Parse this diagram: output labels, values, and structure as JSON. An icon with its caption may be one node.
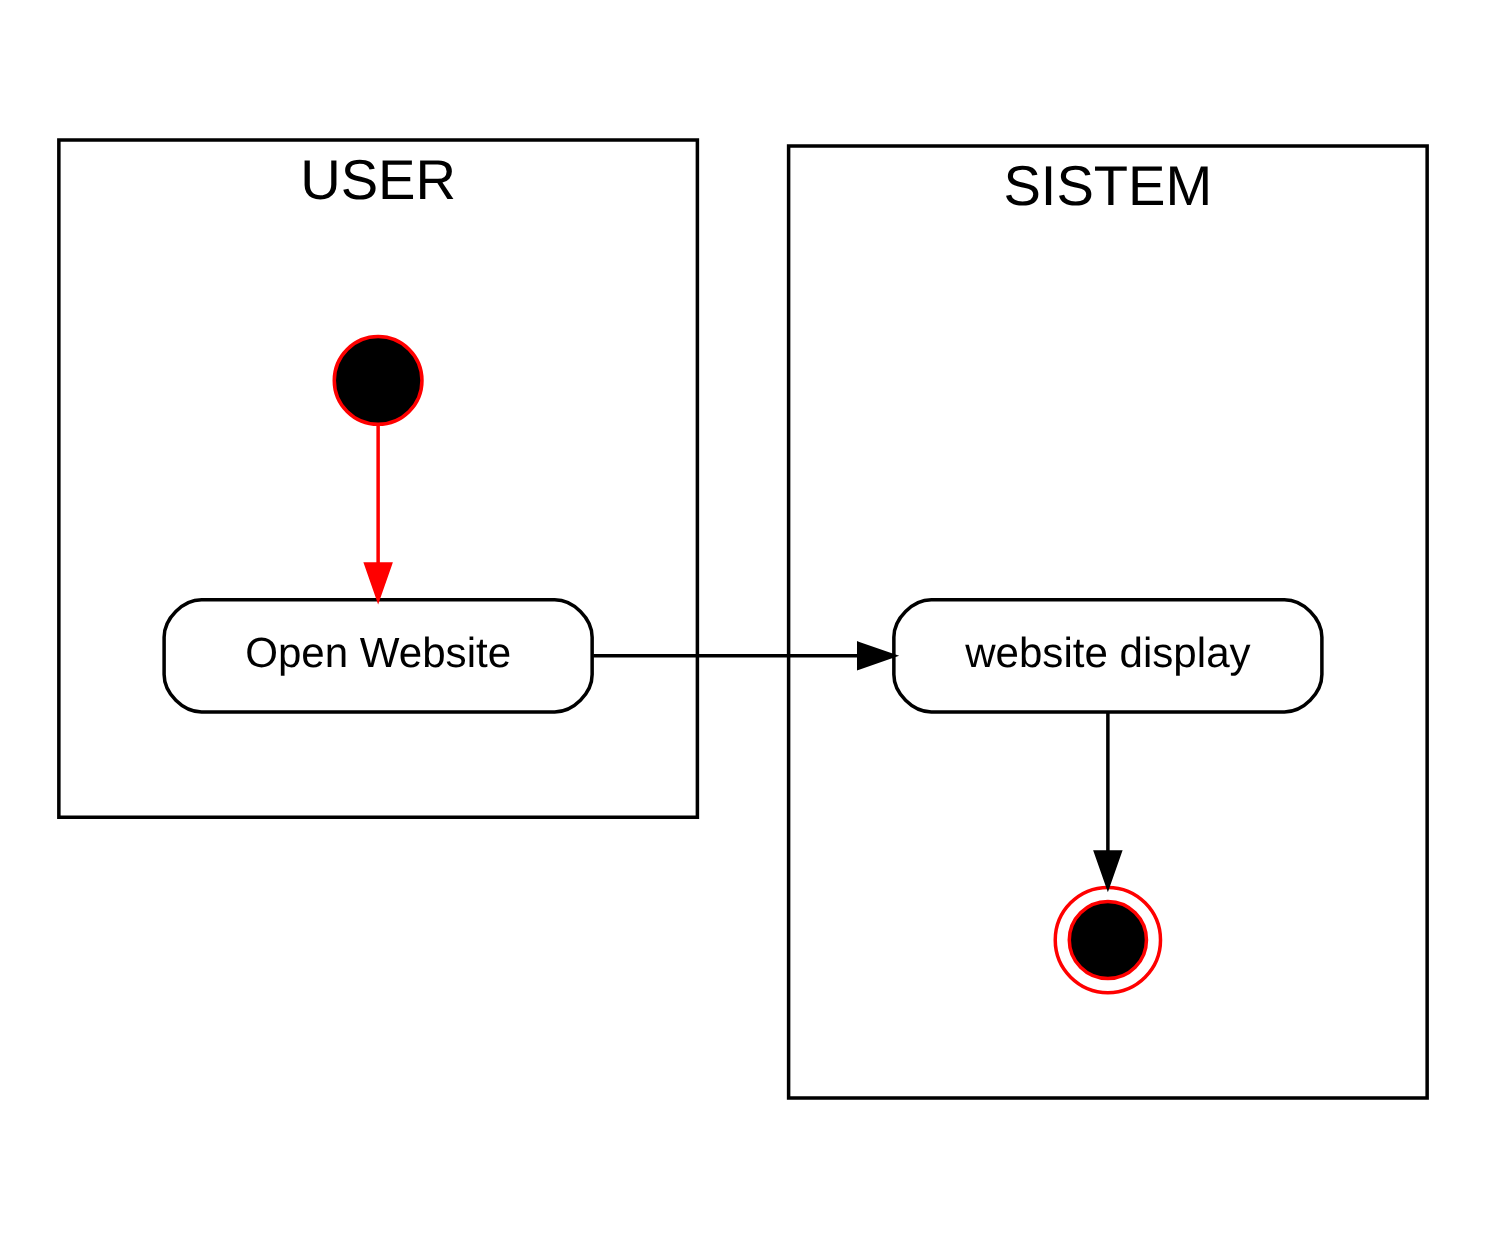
{
  "diagram": {
    "nodes": [
      {
        "text": [
          "USER"
        ]
      },
      {
        "text": [
          "SISTEM"
        ]
      },
      {
        "text": [],
        "shape": "circle",
        "in": 0
      },
      {
        "text": [
          "Open Website"
        ],
        "in": 0
      },
      {
        "text": [
          "website display"
        ],
        "in": 1
      },
      {
        "text": [],
        "shape": "circle",
        "in": 1
      }
    ],
    "edges": [
      {
        "from": 2,
        "to": 3,
        "arrow": "to",
        "color": "#ff0000"
      },
      {
        "from": 3,
        "to": 4,
        "arrow": "to"
      },
      {
        "from": 4,
        "to": 5,
        "arrow": "to"
      }
    ]
  }
}
